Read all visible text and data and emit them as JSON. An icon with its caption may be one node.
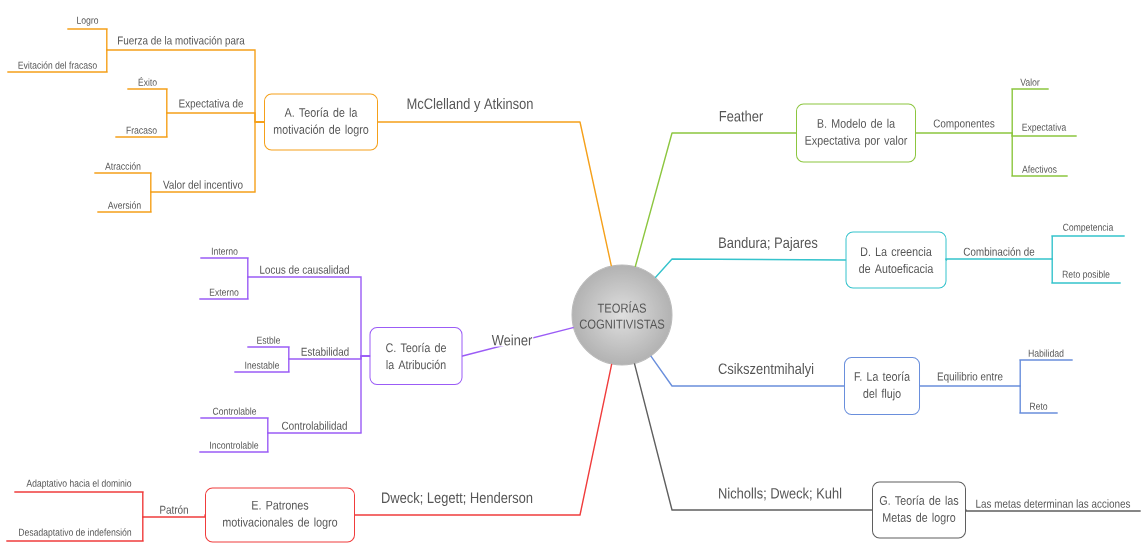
{
  "diagram": {
    "nodes": [
      {
        "text": [
          "TEORÍAS COGNITIVISTAS"
        ]
      },
      {
        "text": [
          "A. Teoría de la motivación de logro"
        ]
      },
      {
        "text": [
          "Fuerza de la motivación para"
        ]
      },
      {
        "text": [
          "Logro"
        ]
      },
      {
        "text": [
          "Evitación del fracaso"
        ]
      },
      {
        "text": [
          "Expectativa de"
        ]
      },
      {
        "text": [
          "Éxito"
        ]
      },
      {
        "text": [
          "Fracaso"
        ]
      },
      {
        "text": [
          "Valor del incentivo"
        ]
      },
      {
        "text": [
          "Atracción"
        ]
      },
      {
        "text": [
          "Aversión"
        ]
      },
      {
        "text": [
          "B. Modelo de la Expectativa por valor"
        ]
      },
      {
        "text": [
          "Componentes"
        ]
      },
      {
        "text": [
          "Valor"
        ]
      },
      {
        "text": [
          "Expectativa"
        ]
      },
      {
        "text": [
          "Afectivos"
        ]
      },
      {
        "text": [
          "D. La creencia de Autoeficacia"
        ]
      },
      {
        "text": [
          "Combinación de"
        ]
      },
      {
        "text": [
          "Competencia"
        ]
      },
      {
        "text": [
          "Reto posible"
        ]
      },
      {
        "text": [
          "C. Teoría de la Atribución"
        ]
      },
      {
        "text": [
          "Locus de causalidad"
        ]
      },
      {
        "text": [
          "Interno"
        ]
      },
      {
        "text": [
          "Externo"
        ]
      },
      {
        "text": [
          "Estabilidad"
        ]
      },
      {
        "text": [
          "Estble"
        ]
      },
      {
        "text": [
          "Inestable"
        ]
      },
      {
        "text": [
          "Controlabilidad"
        ]
      },
      {
        "text": [
          "Controlable"
        ]
      },
      {
        "text": [
          "Incontrolable"
        ]
      },
      {
        "text": [
          "F. La teoría del flujo"
        ]
      },
      {
        "text": [
          "Equilibrio entre"
        ]
      },
      {
        "text": [
          "Habilidad"
        ]
      },
      {
        "text": [
          "Reto"
        ]
      },
      {
        "text": [
          "E. Patrones motivacionales de logro"
        ]
      },
      {
        "text": [
          "Patrón"
        ]
      },
      {
        "text": [
          "Adaptativo hacia el dominio"
        ]
      },
      {
        "text": [
          "Desadaptativo de indefensión"
        ]
      },
      {
        "text": [
          "G. Teoría de las Metas de logro"
        ]
      },
      {
        "text": [
          "Las metas determinan las acciones"
        ]
      }
    ],
    "edges": [
      {
        "from": 0,
        "to": 1,
        "arrow": "none",
        "label": "McClelland y Atkinson",
        "color": "#f5a01a"
      },
      {
        "from": 1,
        "to": 2,
        "arrow": "none",
        "color": "#f5a01a"
      },
      {
        "from": 2,
        "to": 3,
        "arrow": "none",
        "color": "#f5a01a"
      },
      {
        "from": 2,
        "to": 4,
        "arrow": "none",
        "color": "#f5a01a"
      },
      {
        "from": 1,
        "to": 5,
        "arrow": "none",
        "color": "#f5a01a"
      },
      {
        "from": 5,
        "to": 6,
        "arrow": "none",
        "color": "#f5a01a"
      },
      {
        "from": 5,
        "to": 7,
        "arrow": "none",
        "color": "#f5a01a"
      },
      {
        "from": 1,
        "to": 8,
        "arrow": "none",
        "color": "#f5a01a"
      },
      {
        "from": 8,
        "to": 9,
        "arrow": "none",
        "color": "#f5a01a"
      },
      {
        "from": 8,
        "to": 10,
        "arrow": "none",
        "color": "#f5a01a"
      },
      {
        "from": 0,
        "to": 11,
        "arrow": "none",
        "label": "Feather",
        "color": "#8cc63f"
      },
      {
        "from": 11,
        "to": 12,
        "arrow": "none",
        "color": "#8cc63f"
      },
      {
        "from": 12,
        "to": 13,
        "arrow": "none",
        "color": "#8cc63f"
      },
      {
        "from": 12,
        "to": 14,
        "arrow": "none",
        "color": "#8cc63f"
      },
      {
        "from": 12,
        "to": 15,
        "arrow": "none",
        "color": "#8cc63f"
      },
      {
        "from": 0,
        "to": 16,
        "arrow": "none",
        "label": "Bandura; Pajares",
        "color": "#35c3cc"
      },
      {
        "from": 16,
        "to": 17,
        "arrow": "none",
        "color": "#35c3cc"
      },
      {
        "from": 17,
        "to": 18,
        "arrow": "none",
        "color": "#35c3cc"
      },
      {
        "from": 17,
        "to": 19,
        "arrow": "none",
        "color": "#35c3cc"
      },
      {
        "from": 0,
        "to": 20,
        "arrow": "none",
        "label": "Weiner",
        "color": "#9b5cf6"
      },
      {
        "from": 20,
        "to": 21,
        "arrow": "none",
        "color": "#9b5cf6"
      },
      {
        "from": 21,
        "to": 22,
        "arrow": "none",
        "color": "#9b5cf6"
      },
      {
        "from": 21,
        "to": 23,
        "arrow": "none",
        "color": "#9b5cf6"
      },
      {
        "from": 20,
        "to": 24,
        "arrow": "none",
        "color": "#9b5cf6"
      },
      {
        "from": 24,
        "to": 25,
        "arrow": "none",
        "color": "#9b5cf6"
      },
      {
        "from": 24,
        "to": 26,
        "arrow": "none",
        "color": "#9b5cf6"
      },
      {
        "from": 20,
        "to": 27,
        "arrow": "none",
        "color": "#9b5cf6"
      },
      {
        "from": 27,
        "to": 28,
        "arrow": "none",
        "color": "#9b5cf6"
      },
      {
        "from": 27,
        "to": 29,
        "arrow": "none",
        "color": "#9b5cf6"
      },
      {
        "from": 0,
        "to": 30,
        "arrow": "none",
        "label": "Csikszentmihalyi",
        "color": "#6a8fdc"
      },
      {
        "from": 30,
        "to": 31,
        "arrow": "none",
        "color": "#6a8fdc"
      },
      {
        "from": 31,
        "to": 32,
        "arrow": "none",
        "color": "#6a8fdc"
      },
      {
        "from": 31,
        "to": 33,
        "arrow": "none",
        "color": "#6a8fdc"
      },
      {
        "from": 0,
        "to": 34,
        "arrow": "none",
        "label": "Dweck; Legett; Henderson",
        "color": "#f03c3c"
      },
      {
        "from": 34,
        "to": 35,
        "arrow": "none",
        "color": "#f03c3c"
      },
      {
        "from": 35,
        "to": 36,
        "arrow": "none",
        "color": "#f03c3c"
      },
      {
        "from": 35,
        "to": 37,
        "arrow": "none",
        "color": "#f03c3c"
      },
      {
        "from": 0,
        "to": 38,
        "arrow": "none",
        "label": "Nicholls; Dweck; Kuhl",
        "color": "#5f5f5f"
      },
      {
        "from": 38,
        "to": 39,
        "arrow": "none",
        "color": "#5f5f5f"
      }
    ]
  }
}
